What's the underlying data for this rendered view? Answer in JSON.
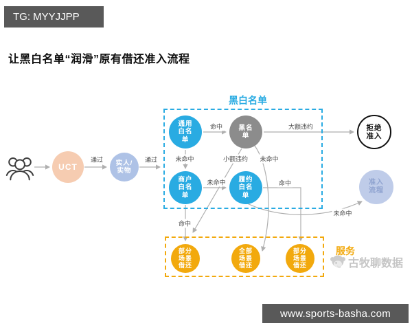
{
  "colors": {
    "banner-bg": "#595959",
    "accent-blue": "#29ABE2",
    "accent-yellow": "#F2A90D",
    "node-gray": "#8C8C8C",
    "peach": "#F6CCB1",
    "lavender": "#AEC2E6",
    "admission-bg": "#BFCCE9",
    "admission-text": "#8FA3D0",
    "line": "#AFAFAF",
    "label-text": "#4A4A4A"
  },
  "top_banner": {
    "text": "TG: MYYJJPP"
  },
  "title": "让黑白名单“润滑”原有借还准入流程",
  "bottom_banner": {
    "text": "www.sports-basha.com"
  },
  "watermark": {
    "text": "古牧聊数据",
    "icon": "dog-icon"
  },
  "diagram": {
    "groups": {
      "blacklist_whitelist": {
        "label": "黑白名单"
      },
      "service": {
        "label": "服务"
      }
    },
    "nodes": {
      "users": {
        "icon": "users-group-icon"
      },
      "uct": {
        "label": "UCT"
      },
      "real_person": {
        "label": "实人/\n实物"
      },
      "general_whitelist": {
        "label": "通用\n白名\n单"
      },
      "blacklist": {
        "label": "黑名\n单"
      },
      "merchant_whitelist": {
        "label": "商户\n白名\n单"
      },
      "performance_whitelist": {
        "label": "履约\n白名\n单"
      },
      "reject_admission": {
        "label": "拒绝\n准入"
      },
      "admission_process": {
        "label": "准入\n流程"
      },
      "partial_scene_borrow_1": {
        "label": "部分\n场景\n借还"
      },
      "all_scene_borrow": {
        "label": "全部\n场景\n借还"
      },
      "partial_scene_borrow_2": {
        "label": "部分\n场景\n借还"
      }
    },
    "edges": {
      "pass_1": "通过",
      "pass_2": "通过",
      "hit_general": "命中",
      "big_default": "大额违约",
      "miss_general": "未命中",
      "small_default": "小额违约",
      "miss_blacklist": "未命中",
      "miss_merchant": "未命中",
      "hit_performance": "命中",
      "hit_merchant": "命中",
      "miss_performance": "未命中"
    }
  }
}
